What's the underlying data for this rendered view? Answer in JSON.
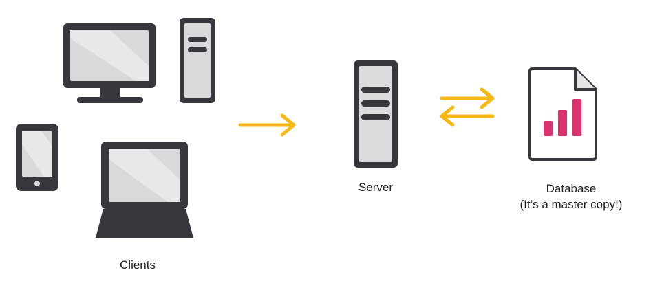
{
  "labels": {
    "clients": "Clients",
    "server": "Server",
    "database_line1": "Database",
    "database_line2": "(It’s a master copy!)"
  },
  "colors": {
    "device_frame": "#37373d",
    "screen": "#d9d9db",
    "screen_shine": "#e8e8ea",
    "arrow": "#f5b817",
    "chart_bars": "#d9326f",
    "server_body": "#dcdcde",
    "document_fill": "#ffffff"
  },
  "icons": {
    "desktop": "desktop-monitor-icon",
    "tower": "computer-tower-icon",
    "phone": "mobile-phone-icon",
    "laptop": "laptop-icon",
    "server": "server-icon",
    "database": "database-document-icon"
  }
}
